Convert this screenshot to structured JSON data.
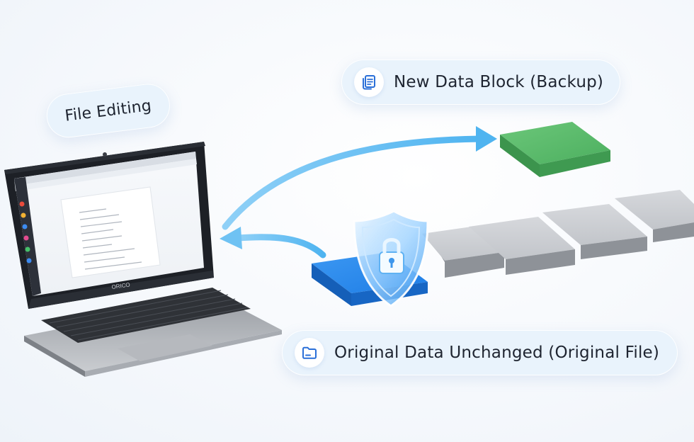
{
  "labels": {
    "file_editing": "File Editing",
    "new_data_block": "New Data Block (Backup)",
    "original_data": "Original Data Unchanged (Original File)"
  },
  "laptop_brand": "ORICO",
  "icons": {
    "new_data_block": "copy-document-icon",
    "original_data": "folder-icon",
    "shield": "shield-lock-icon"
  },
  "colors": {
    "arrow": "#4fb4f0",
    "backup_block": "#4caf5f",
    "original_block": "#1e7de6",
    "grey_block": "#b9bcc1",
    "icon_blue": "#2a6fd8"
  }
}
